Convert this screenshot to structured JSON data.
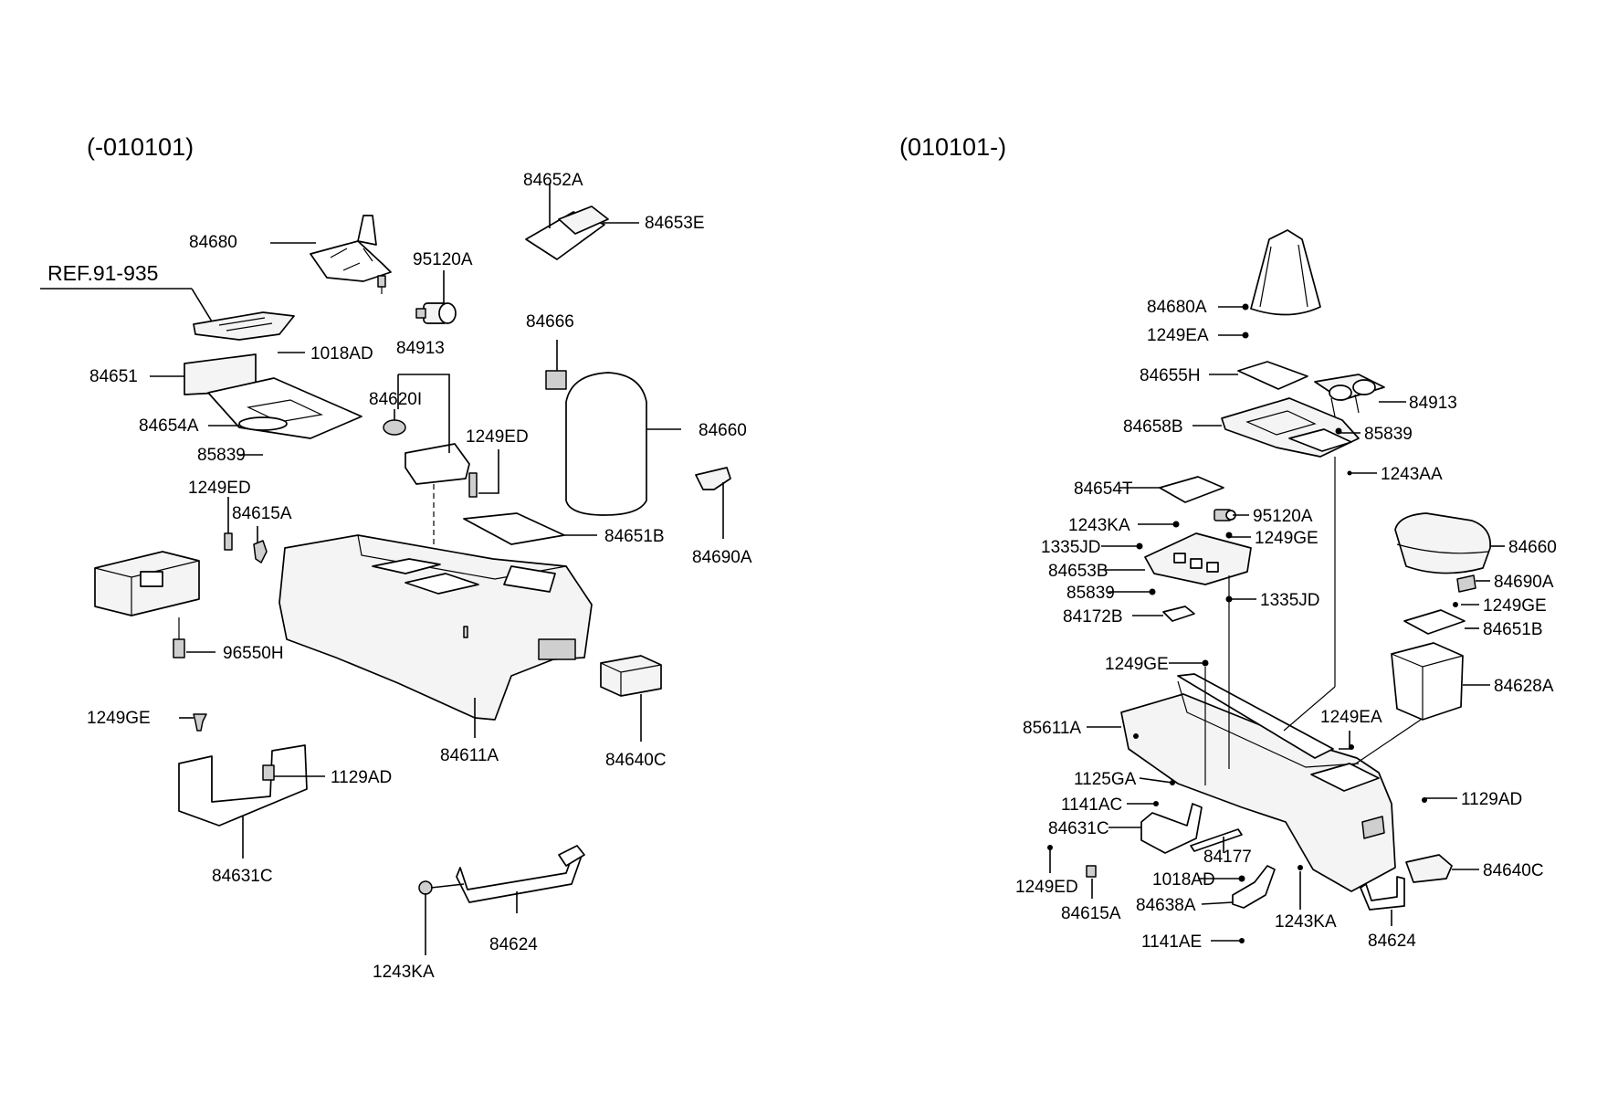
{
  "groups": {
    "left_title": "(-010101)",
    "right_title": "(010101-)"
  },
  "reference": "REF.91-935",
  "left_labels": {
    "p84680": "84680",
    "p95120A": "95120A",
    "p84652A": "84652A",
    "p84653E": "84653E",
    "p84666": "84666",
    "p1018AD": "1018AD",
    "p84913": "84913",
    "p84651": "84651",
    "p84620I": "84620I",
    "p84654A": "84654A",
    "p1249ED_a": "1249ED",
    "p84660": "84660",
    "p85839": "85839",
    "p1249ED_b": "1249ED",
    "p84615A": "84615A",
    "p84651B": "84651B",
    "p84690A": "84690A",
    "p96550H": "96550H",
    "p1249GE": "1249GE",
    "p84611A": "84611A",
    "p84640C": "84640C",
    "p1129AD": "1129AD",
    "p84631C": "84631C",
    "p84624": "84624",
    "p1243KA": "1243KA"
  },
  "right_labels": {
    "p84680A": "84680A",
    "p1249EA_a": "1249EA",
    "p84655H": "84655H",
    "p84913": "84913",
    "p84658B": "84658B",
    "p85839_a": "85839",
    "p1243AA": "1243AA",
    "p84654T": "84654T",
    "p95120A": "95120A",
    "p1243KA_a": "1243KA",
    "p1249GE_a": "1249GE",
    "p84660": "84660",
    "p1335JD_a": "1335JD",
    "p84653B": "84653B",
    "p84690A": "84690A",
    "p85839_b": "85839",
    "p1335JD_b": "1335JD",
    "p1249GE_b": "1249GE",
    "p84172B": "84172B",
    "p84651B": "84651B",
    "p1249GE_c": "1249GE",
    "p84628A": "84628A",
    "p1249EA_b": "1249EA",
    "p85611A": "85611A",
    "p1125GA": "1125GA",
    "p1129AD": "1129AD",
    "p1141AC": "1141AC",
    "p84631C": "84631C",
    "p84177": "84177",
    "p84640C": "84640C",
    "p1018AD": "1018AD",
    "p1249ED": "1249ED",
    "p84638A": "84638A",
    "p1243KA_b": "1243KA",
    "p84615A": "84615A",
    "p84624": "84624",
    "p1141AE": "1141AE"
  }
}
